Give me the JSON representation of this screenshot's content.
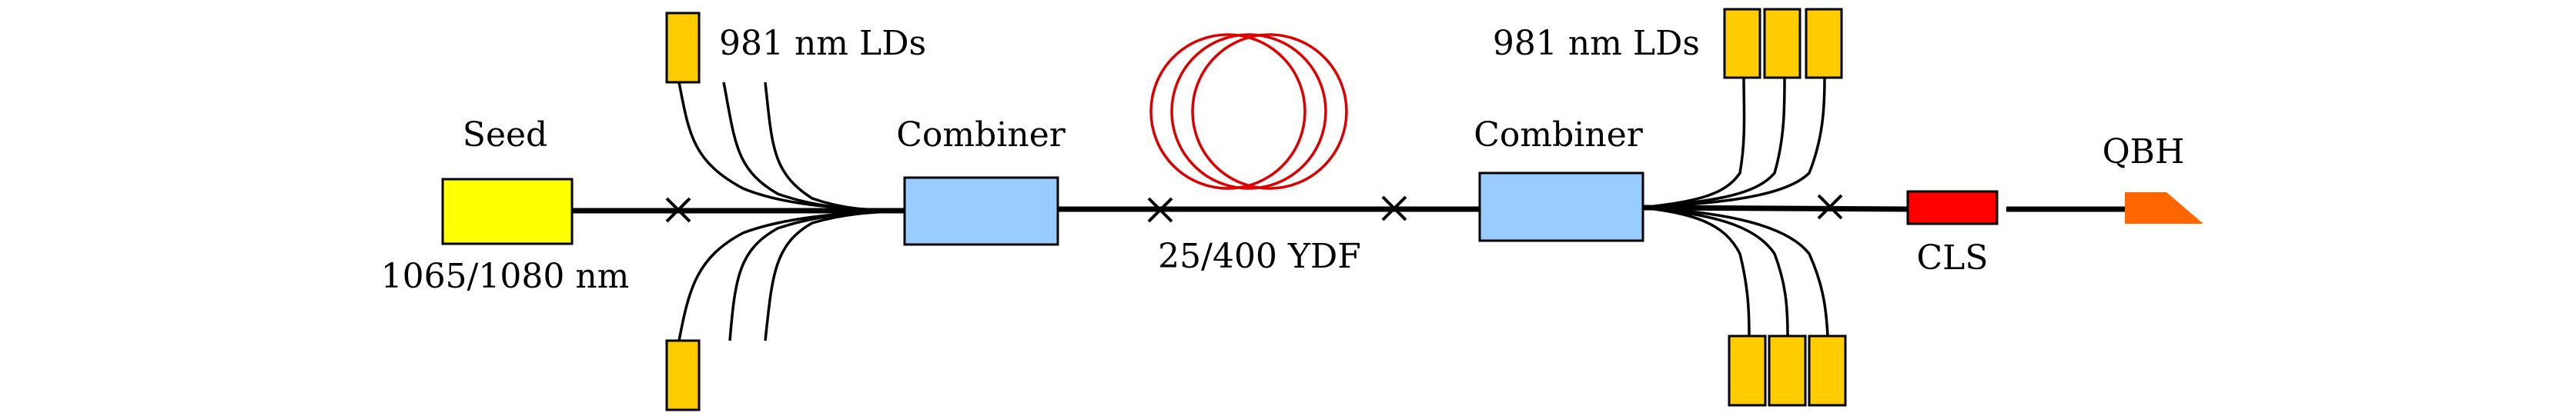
{
  "colors": {
    "seed": "#FFFF00",
    "combiner": "#99CCFF",
    "ld": "#FFCC00",
    "cls": "#FF0000",
    "qbh": "#FF6600",
    "ydf_coil": "#DD0000",
    "fiber": "#000000"
  },
  "labels": {
    "seed_title": "Seed",
    "seed_wavelength": "1065/1080 nm",
    "ld_left": "981 nm LDs",
    "combiner_left": "Combiner",
    "ydf": "25/400 YDF",
    "ld_right": "981 nm LDs",
    "combiner_right": "Combiner",
    "cls": "CLS",
    "qbh": "QBH"
  }
}
